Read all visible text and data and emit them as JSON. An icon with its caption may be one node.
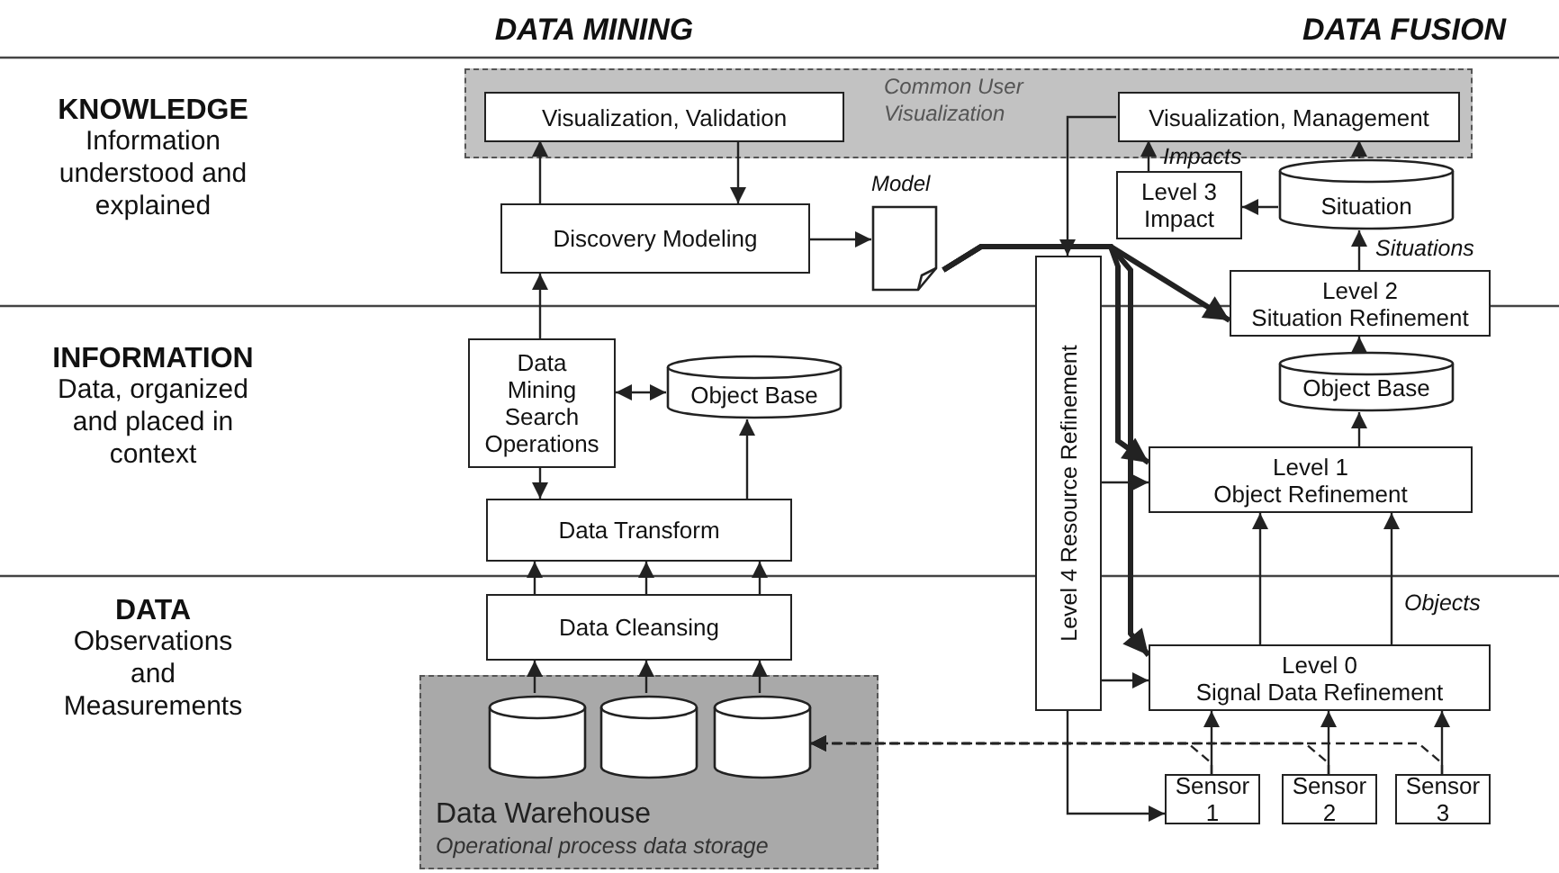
{
  "diagram": {
    "nodes": [
      {
        "text": [
          "Common User Visualization"
        ]
      },
      {
        "text": [
          "Visualization, Validation"
        ],
        "in": 0
      },
      {
        "text": [
          "Visualization, Management"
        ],
        "in": 0
      },
      {
        "text": [
          "Discovery Modeling"
        ]
      },
      {
        "text": [
          "Model"
        ]
      },
      {
        "text": [
          "Level 3 Impact"
        ]
      },
      {
        "text": [
          "Situation"
        ]
      },
      {
        "text": [
          "Level 4 Resource Refinement"
        ]
      },
      {
        "text": [
          "Level 2 Situation Refinement"
        ]
      },
      {
        "text": [
          "Data Mining Search Operations"
        ]
      },
      {
        "text": [
          "Object Base"
        ]
      },
      {
        "text": [
          "Object Base"
        ]
      },
      {
        "text": [
          "Level 1 Object Refinement"
        ]
      },
      {
        "text": [
          "Data Transform"
        ]
      },
      {
        "text": [
          "Data Cleansing"
        ]
      },
      {
        "text": [
          "Level 0 Signal Data Refinement"
        ]
      },
      {
        "text": [
          "Data Warehouse",
          "Operational process data storage"
        ]
      },
      {
        "text": [],
        "shape": "cylinder",
        "in": 16
      },
      {
        "text": [],
        "shape": "cylinder",
        "in": 16
      },
      {
        "text": [],
        "shape": "cylinder",
        "in": 16
      },
      {
        "text": [
          "Sensor 1"
        ]
      },
      {
        "text": [
          "Sensor 2"
        ]
      },
      {
        "text": [
          "Sensor 3"
        ]
      }
    ],
    "edges": [
      {
        "from": 3,
        "to": 1,
        "arrow": "to"
      },
      {
        "from": 1,
        "to": 3,
        "arrow": "to"
      },
      {
        "from": 3,
        "to": 4,
        "arrow": "to"
      },
      {
        "from": 4,
        "to": 8,
        "arrow": "to",
        "style": "thick"
      },
      {
        "from": 4,
        "to": 12,
        "arrow": "to",
        "style": "thick"
      },
      {
        "from": 4,
        "to": 15,
        "arrow": "to",
        "style": "thick"
      },
      {
        "from": 9,
        "to": 3,
        "arrow": "to"
      },
      {
        "from": 9,
        "to": 10,
        "arrow": "both"
      },
      {
        "from": 9,
        "to": 13,
        "arrow": "to"
      },
      {
        "from": 13,
        "to": 10,
        "arrow": "to"
      },
      {
        "from": 14,
        "to": 13,
        "arrow": "to"
      },
      {
        "from": 14,
        "to": 13,
        "arrow": "to"
      },
      {
        "from": 14,
        "to": 13,
        "arrow": "to"
      },
      {
        "from": 17,
        "to": 14,
        "arrow": "to"
      },
      {
        "from": 18,
        "to": 14,
        "arrow": "to"
      },
      {
        "from": 19,
        "to": 14,
        "arrow": "to"
      },
      {
        "from": 5,
        "to": 2,
        "arrow": "to",
        "label": "Impacts"
      },
      {
        "from": 6,
        "to": 5,
        "arrow": "to"
      },
      {
        "from": 6,
        "to": 2,
        "arrow": "to"
      },
      {
        "from": 8,
        "to": 6,
        "arrow": "to",
        "label": "Situations"
      },
      {
        "from": 11,
        "to": 8,
        "arrow": "to"
      },
      {
        "from": 12,
        "to": 11,
        "arrow": "to"
      },
      {
        "from": 15,
        "to": 12,
        "arrow": "to"
      },
      {
        "from": 15,
        "to": 12,
        "arrow": "to",
        "label": "Objects"
      },
      {
        "from": 20,
        "to": 15,
        "arrow": "to"
      },
      {
        "from": 21,
        "to": 15,
        "arrow": "to"
      },
      {
        "from": 22,
        "to": 15,
        "arrow": "to"
      },
      {
        "from": 2,
        "to": 7,
        "arrow": "to"
      },
      {
        "from": 7,
        "to": 12,
        "arrow": "to"
      },
      {
        "from": 7,
        "to": 15,
        "arrow": "to"
      },
      {
        "from": 7,
        "to": 20,
        "arrow": "to"
      },
      {
        "from": 20,
        "to": 19,
        "arrow": "to",
        "style": "dashed"
      },
      {
        "from": 21,
        "to": 19,
        "arrow": "to",
        "style": "dashed"
      },
      {
        "from": 22,
        "to": 19,
        "arrow": "to",
        "style": "dashed"
      }
    ],
    "labels": [
      "DATA MINING",
      "DATA FUSION",
      "KNOWLEDGE",
      "Information understood and explained",
      "INFORMATION",
      "Data, organized and placed in context",
      "DATA",
      "Observations and Measurements"
    ]
  }
}
